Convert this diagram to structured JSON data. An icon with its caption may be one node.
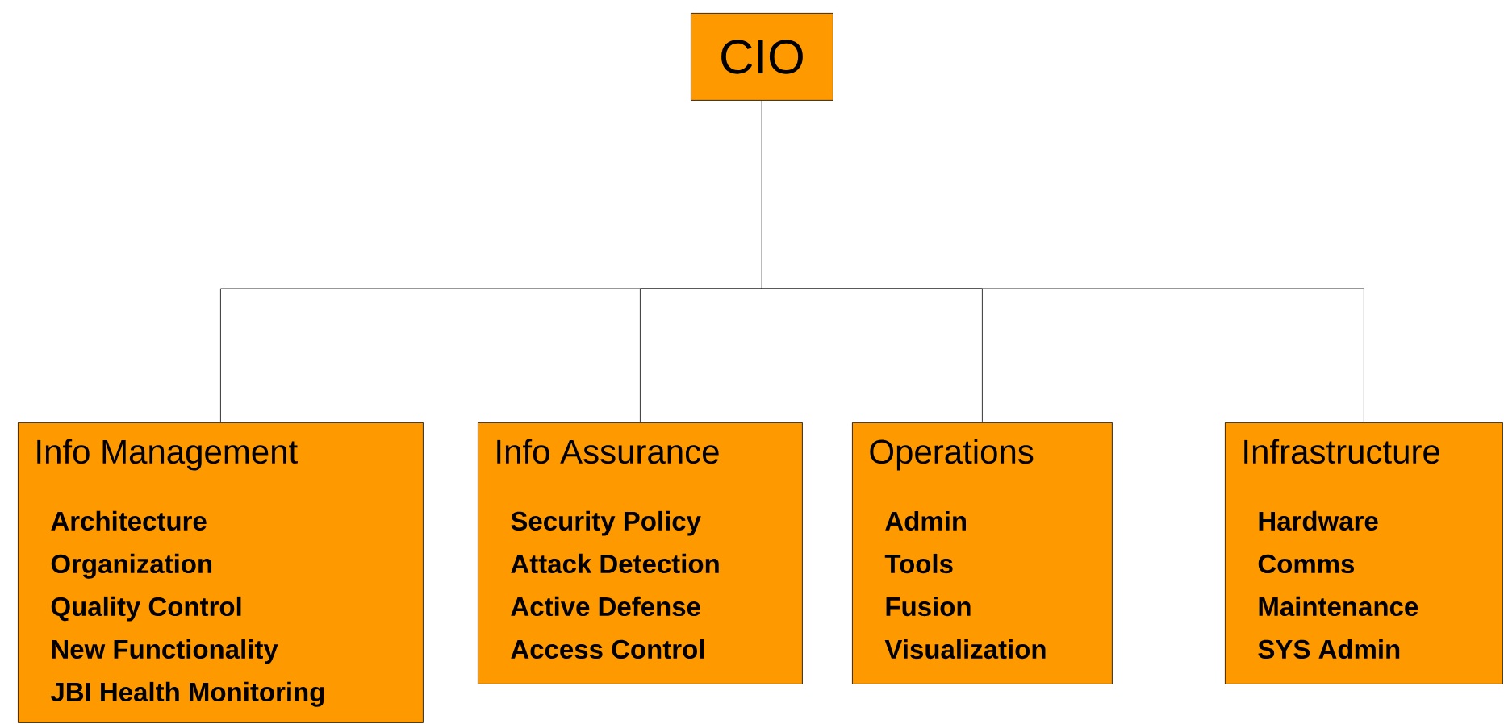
{
  "diagram": {
    "nodes": [
      {
        "text": [
          "CIO"
        ]
      },
      {
        "text": [
          "Info Management",
          "Architecture",
          "Organization",
          "Quality Control",
          "New Functionality",
          "JBI Health Monitoring"
        ]
      },
      {
        "text": [
          "Info Assurance",
          "Security Policy",
          "Attack Detection",
          "Active Defense",
          "Access Control"
        ]
      },
      {
        "text": [
          "Operations",
          "Admin",
          "Tools",
          "Fusion",
          "Visualization"
        ]
      },
      {
        "text": [
          "Infrastructure",
          "Hardware",
          "Comms",
          "Maintenance",
          "SYS Admin"
        ]
      }
    ],
    "edges": [
      {
        "from": 0,
        "to": 1,
        "arrow": "none"
      },
      {
        "from": 0,
        "to": 2,
        "arrow": "none"
      },
      {
        "from": 0,
        "to": 3,
        "arrow": "none"
      },
      {
        "from": 0,
        "to": 4,
        "arrow": "none"
      }
    ]
  }
}
